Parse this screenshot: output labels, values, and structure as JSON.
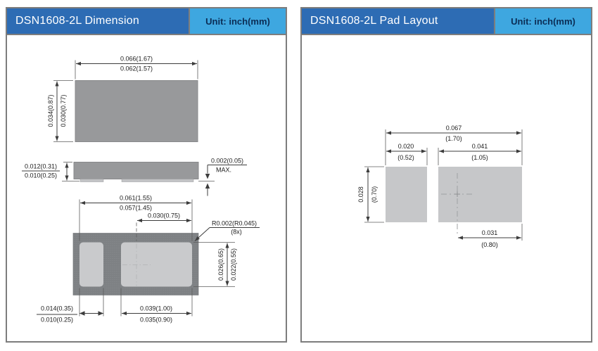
{
  "left_panel": {
    "title": "DSN1608-2L Dimension",
    "unit_label": "Unit: inch(mm)",
    "top_view": {
      "width_max": "0.066(1.67)",
      "width_min": "0.062(1.57)",
      "height_max": "0.034(0.87)",
      "height_min": "0.030(0.77)"
    },
    "side_view": {
      "thickness_max": "0.012(0.31)",
      "thickness_min": "0.010(0.25)",
      "standoff_max": "0.002(0.05)",
      "standoff_note": "MAX."
    },
    "bottom_view": {
      "terminal_span_max": "0.061(1.55)",
      "terminal_span_min": "0.057(1.45)",
      "center_to_edge": "0.030(0.75)",
      "corner_radius": "R0.002(R0.045)",
      "corner_radius_qty": "(8x)",
      "terminal_height_max": "0.026(0.65)",
      "terminal_height_min": "0.022(0.55)",
      "left_terminal_width_max": "0.014(0.35)",
      "left_terminal_width_min": "0.010(0.25)",
      "right_terminal_width_max": "0.039(1.00)",
      "right_terminal_width_min": "0.035(0.90)"
    }
  },
  "right_panel": {
    "title": "DSN1608-2L Pad Layout",
    "unit_label": "Unit: inch(mm)",
    "dims": {
      "overall_width_in": "0.067",
      "overall_width_mm": "(1.70)",
      "left_pad_width_in": "0.020",
      "left_pad_width_mm": "(0.52)",
      "right_pad_width_in": "0.041",
      "right_pad_width_mm": "(1.05)",
      "pad_height_in": "0.028",
      "pad_height_mm": "(0.70)",
      "center_to_right_edge_in": "0.031",
      "center_to_right_edge_mm": "(0.80)"
    }
  },
  "colors": {
    "header_blue": "#2d6cb4",
    "unit_blue": "#3ea7e0",
    "panel_border_gray": "#7d7d7d",
    "body_gray": "#98999b",
    "bottom_body_gray": "#7e8184",
    "pad_gray": "#c9cacc"
  }
}
